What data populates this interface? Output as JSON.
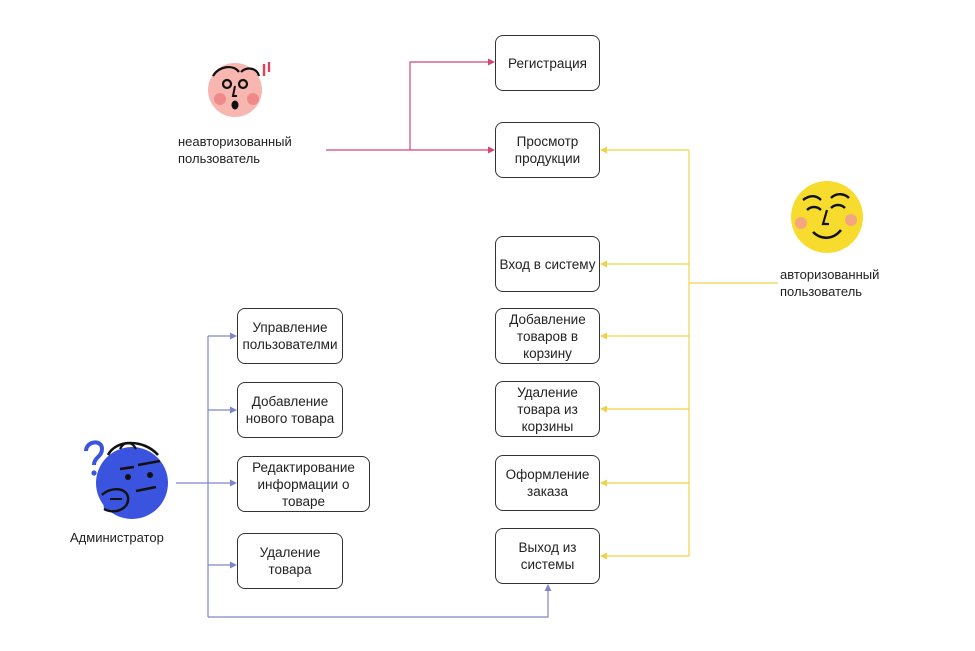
{
  "actors": {
    "guest": {
      "label": "неавторизованный\nпользователь",
      "icon": "surprised-face-icon",
      "color": "#f7b6b0"
    },
    "user": {
      "label": "авторизованный\nпользователь",
      "icon": "smiling-face-icon",
      "color": "#f7dc2e"
    },
    "admin": {
      "label": "Администратор",
      "icon": "thinking-face-icon",
      "color": "#3b54e0"
    }
  },
  "user_cases": {
    "registration": "Регистрация",
    "view_products": "Просмотр\nпродукции",
    "login": "Вход в систему",
    "add_to_cart": "Добавление\nтоваров в\nкорзину",
    "remove_from_cart": "Удаление\nтовара из\nкорзины",
    "checkout": "Оформление\nзаказа",
    "logout": "Выход из\nсистемы"
  },
  "admin_cases": {
    "manage_users": "Управление\nпользователми",
    "add_product": "Добавление\nнового товара",
    "edit_product": "Редактирование\nинформации о\nтоваре",
    "delete_product": "Удаление\nтовара"
  },
  "colors": {
    "guest_arrows": "#d6457a",
    "user_arrows": "#f2d14a",
    "admin_arrows": "#7f86c8"
  }
}
